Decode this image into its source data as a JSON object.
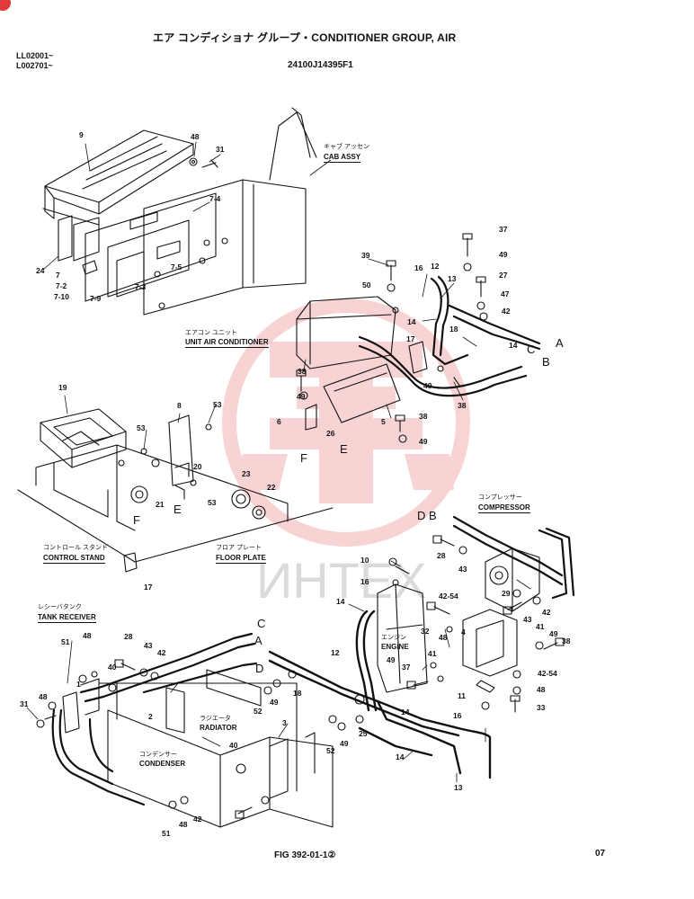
{
  "header": {
    "title": "エア コンディショナ グループ・CONDITIONER GROUP, AIR",
    "serial_1": "LL02001~",
    "serial_2": "L002701~",
    "drawing_no": "24100J14395F1"
  },
  "labels": {
    "cab_assy_jp": "キャブ アッセン",
    "cab_assy": "CAB ASSY",
    "unit_ac_jp": "エアコン ユニット",
    "unit_ac": "UNIT AIR CONDITIONER",
    "control_stand_jp": "コントロール スタンド",
    "control_stand": "CONTROL STAND",
    "floor_plate_jp": "フロア プレート",
    "floor_plate": "FLOOR PLATE",
    "compressor_jp": "コンプレッサー",
    "compressor": "COMPRESSOR",
    "tank_receiver_jp": "レシーバタンク",
    "tank_receiver": "TANK RECEIVER",
    "engine_jp": "エンジン",
    "engine": "ENGINE",
    "radiator_jp": "ラジエータ",
    "radiator": "RADIATOR",
    "condenser_jp": "コンデンサー",
    "condenser": "CONDENSER"
  },
  "connectors": {
    "A": "A",
    "B": "B",
    "C": "C",
    "D": "D",
    "E": "E",
    "F": "F",
    "DB": "D B",
    "F_dash": "F",
    "E_dash": "E"
  },
  "part_numbers": {
    "p9": "9",
    "p48a": "48",
    "p31a": "31",
    "p7_4": "7-4",
    "p24": "24",
    "p7": "7",
    "p7_2": "7-2",
    "p7_10": "7-10",
    "p7_9": "7-9",
    "p7_3": "7-3",
    "p7_5": "7-5",
    "p37": "37",
    "p49a": "49",
    "p39": "39",
    "p16a": "16",
    "p12a": "12",
    "p13a": "13",
    "p27": "27",
    "p50": "50",
    "p47": "47",
    "p42a": "42",
    "p14a": "14",
    "p18a": "18",
    "p17a": "17",
    "p14b": "14",
    "p49b": "49",
    "p38a": "38",
    "p38b": "38",
    "p49c": "49",
    "p6": "6",
    "p26": "26",
    "p5": "5",
    "p38c": "38",
    "p49d": "49",
    "p19": "19",
    "p8": "8",
    "p53a": "53",
    "p53b": "53",
    "p20": "20",
    "p21": "21",
    "p53c": "53",
    "p23": "23",
    "p22": "22",
    "p17b": "17",
    "p10": "10",
    "p28a": "28",
    "p43a": "43",
    "p16b": "16",
    "p14c": "14",
    "p42_54a": "42-54",
    "p29": "29",
    "p42b": "42",
    "p32": "32",
    "p43b": "43",
    "p41a": "41",
    "p49e": "49",
    "p38d": "38",
    "p4": "4",
    "p48b": "48",
    "p41b": "41",
    "p37b": "37",
    "p49f": "49",
    "p42_54b": "42-54",
    "p48c": "48",
    "p11": "11",
    "p16c": "16",
    "p33": "33",
    "p12b": "12",
    "p14d": "14",
    "p14e": "14",
    "p13b": "13",
    "p51a": "51",
    "p48d": "48",
    "p28b": "28",
    "p43c": "43",
    "p42c": "42",
    "p40a": "40",
    "p1": "1",
    "p48e": "48",
    "p31b": "31",
    "p18b": "18",
    "p52a": "52",
    "p49g": "49",
    "p2": "2",
    "p3": "3",
    "p40b": "40",
    "p25": "25",
    "p49h": "49",
    "p52b": "52",
    "p42d": "42",
    "p48f": "48",
    "p51b": "51"
  },
  "footer": {
    "figure": "FIG 392-01-1②",
    "page": "07"
  },
  "watermark": {
    "text": "ИНТЕХ",
    "color": "#e23a3a"
  },
  "colors": {
    "ink": "#111111",
    "background": "#ffffff",
    "watermark": "#e23a3a"
  }
}
